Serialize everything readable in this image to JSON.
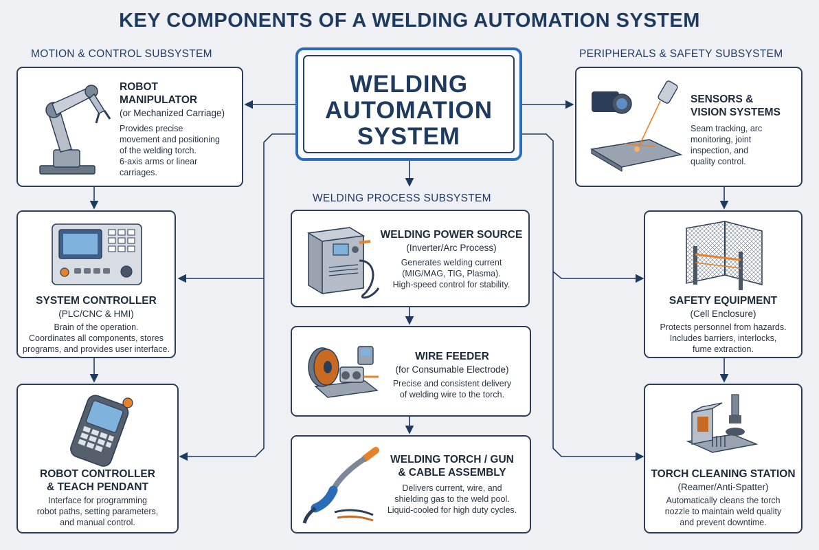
{
  "title": "KEY COMPONENTS OF A WELDING AUTOMATION SYSTEM",
  "sections": {
    "motion": "MOTION & CONTROL SUBSYSTEM",
    "process": "WELDING PROCESS SUBSYSTEM",
    "peripherals": "PERIPHERALS & SAFETY SUBSYSTEM"
  },
  "center": {
    "line1": "WELDING",
    "line2": "AUTOMATION",
    "line3": "SYSTEM"
  },
  "components": {
    "robot": {
      "title1": "ROBOT",
      "title2": "MANIPULATOR",
      "subtitle": "(or Mechanized Carriage)",
      "desc1": "Provides precise",
      "desc2": "movement and positioning",
      "desc3": "of the welding torch.",
      "desc4": "6-axis arms or linear",
      "desc5": "carriages."
    },
    "controller": {
      "title": "SYSTEM CONTROLLER",
      "subtitle": "(PLC/CNC & HMI)",
      "desc1": "Brain of the operation.",
      "desc2": "Coordinates all components, stores",
      "desc3": "programs, and provides user interface."
    },
    "pendant": {
      "title1": "ROBOT CONTROLLER",
      "title2": "& TEACH PENDANT",
      "desc1": "Interface for programming",
      "desc2": "robot paths, setting parameters,",
      "desc3": "and manual control."
    },
    "power": {
      "title": "WELDING POWER SOURCE",
      "subtitle": "(Inverter/Arc Process)",
      "desc1": "Generates welding current",
      "desc2": "(MIG/MAG, TIG, Plasma).",
      "desc3": "High-speed control for stability."
    },
    "feeder": {
      "title": "WIRE FEEDER",
      "subtitle": "(for Consumable Electrode)",
      "desc1": "Precise and consistent delivery",
      "desc2": "of welding wire to the torch."
    },
    "torch": {
      "title1": "WELDING TORCH / GUN",
      "title2": "& CABLE ASSEMBLY",
      "desc1": "Delivers current, wire, and",
      "desc2": "shielding gas to the weld pool.",
      "desc3": "Liquid-cooled for high duty cycles."
    },
    "sensors": {
      "title1": "SENSORS &",
      "title2": "VISION SYSTEMS",
      "desc1": "Seam tracking, arc",
      "desc2": "monitoring, joint",
      "desc3": "inspection, and",
      "desc4": "quality control."
    },
    "safety": {
      "title": "SAFETY EQUIPMENT",
      "subtitle": "(Cell Enclosure)",
      "desc1": "Protects personnel from hazards.",
      "desc2": "Includes barriers, interlocks,",
      "desc3": "fume extraction."
    },
    "cleaning": {
      "title": "TORCH CLEANING STATION",
      "subtitle": "(Reamer/Anti-Spatter)",
      "desc1": "Automatically cleans the torch",
      "desc2": "nozzle to maintain weld quality",
      "desc3": "and prevent downtime."
    }
  },
  "colors": {
    "navy": "#1f3a5f",
    "accent": "#2b6cb8",
    "orange": "#e8822a",
    "border": "#2c3e57"
  }
}
